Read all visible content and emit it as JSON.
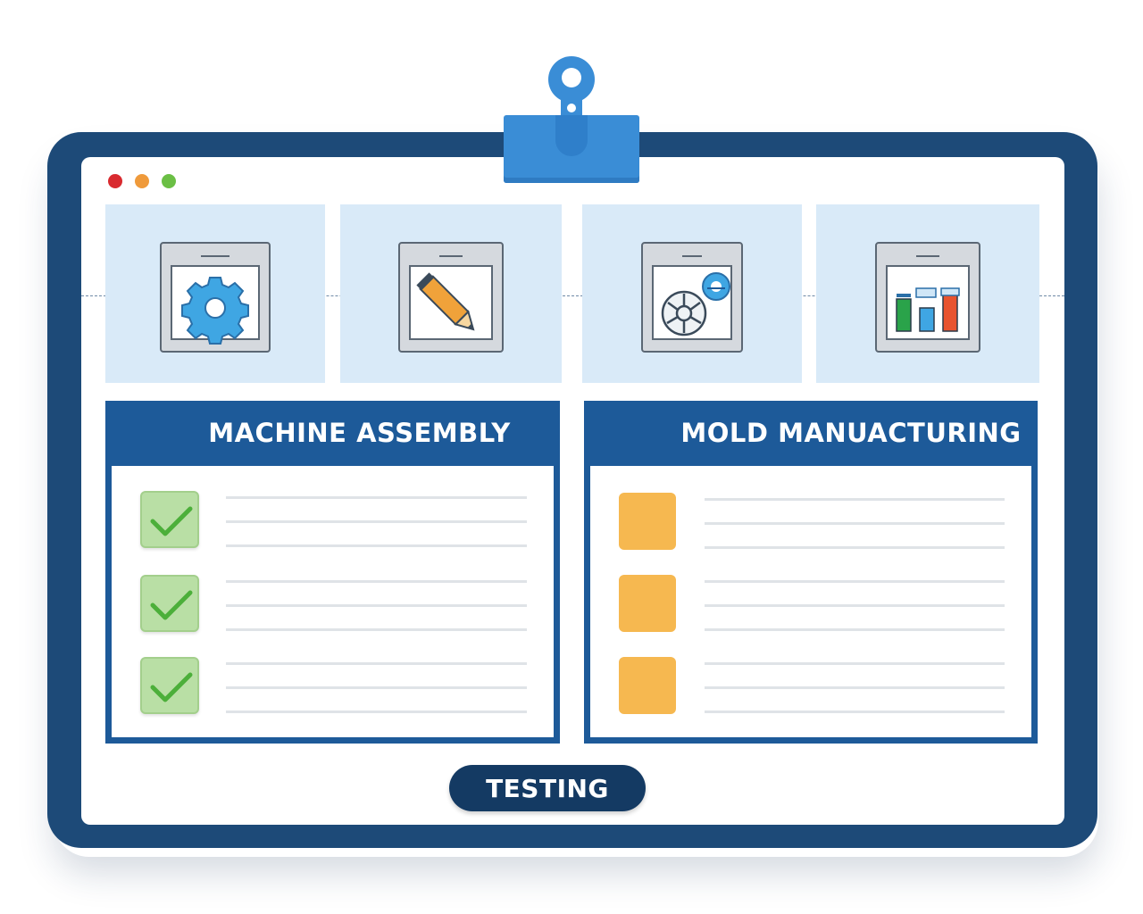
{
  "window_controls": [
    "close-dot",
    "minimize-dot",
    "maximize-dot"
  ],
  "steps": [
    {
      "icon": "gear-icon"
    },
    {
      "icon": "pencil-icon"
    },
    {
      "icon": "mold-wheel-icon"
    },
    {
      "icon": "bar-chart-icon"
    }
  ],
  "panels": {
    "machine_assembly": {
      "title": "MACHINE ASSEMBLY",
      "item_state": "checked",
      "items": 3
    },
    "mold_manufacturing": {
      "title": "MOLD MANUACTURING",
      "item_state": "pending",
      "items": 3
    }
  },
  "testing": {
    "label": "TESTING"
  },
  "colors": {
    "board": "#1d4a78",
    "clip": "#3a8dd6",
    "tile": "#d9eaf8",
    "panel_header": "#1d5a99",
    "check_fill": "#b9dfa5",
    "check_mark": "#4caf3a",
    "pending_fill": "#f6b850",
    "button": "#143a63"
  }
}
